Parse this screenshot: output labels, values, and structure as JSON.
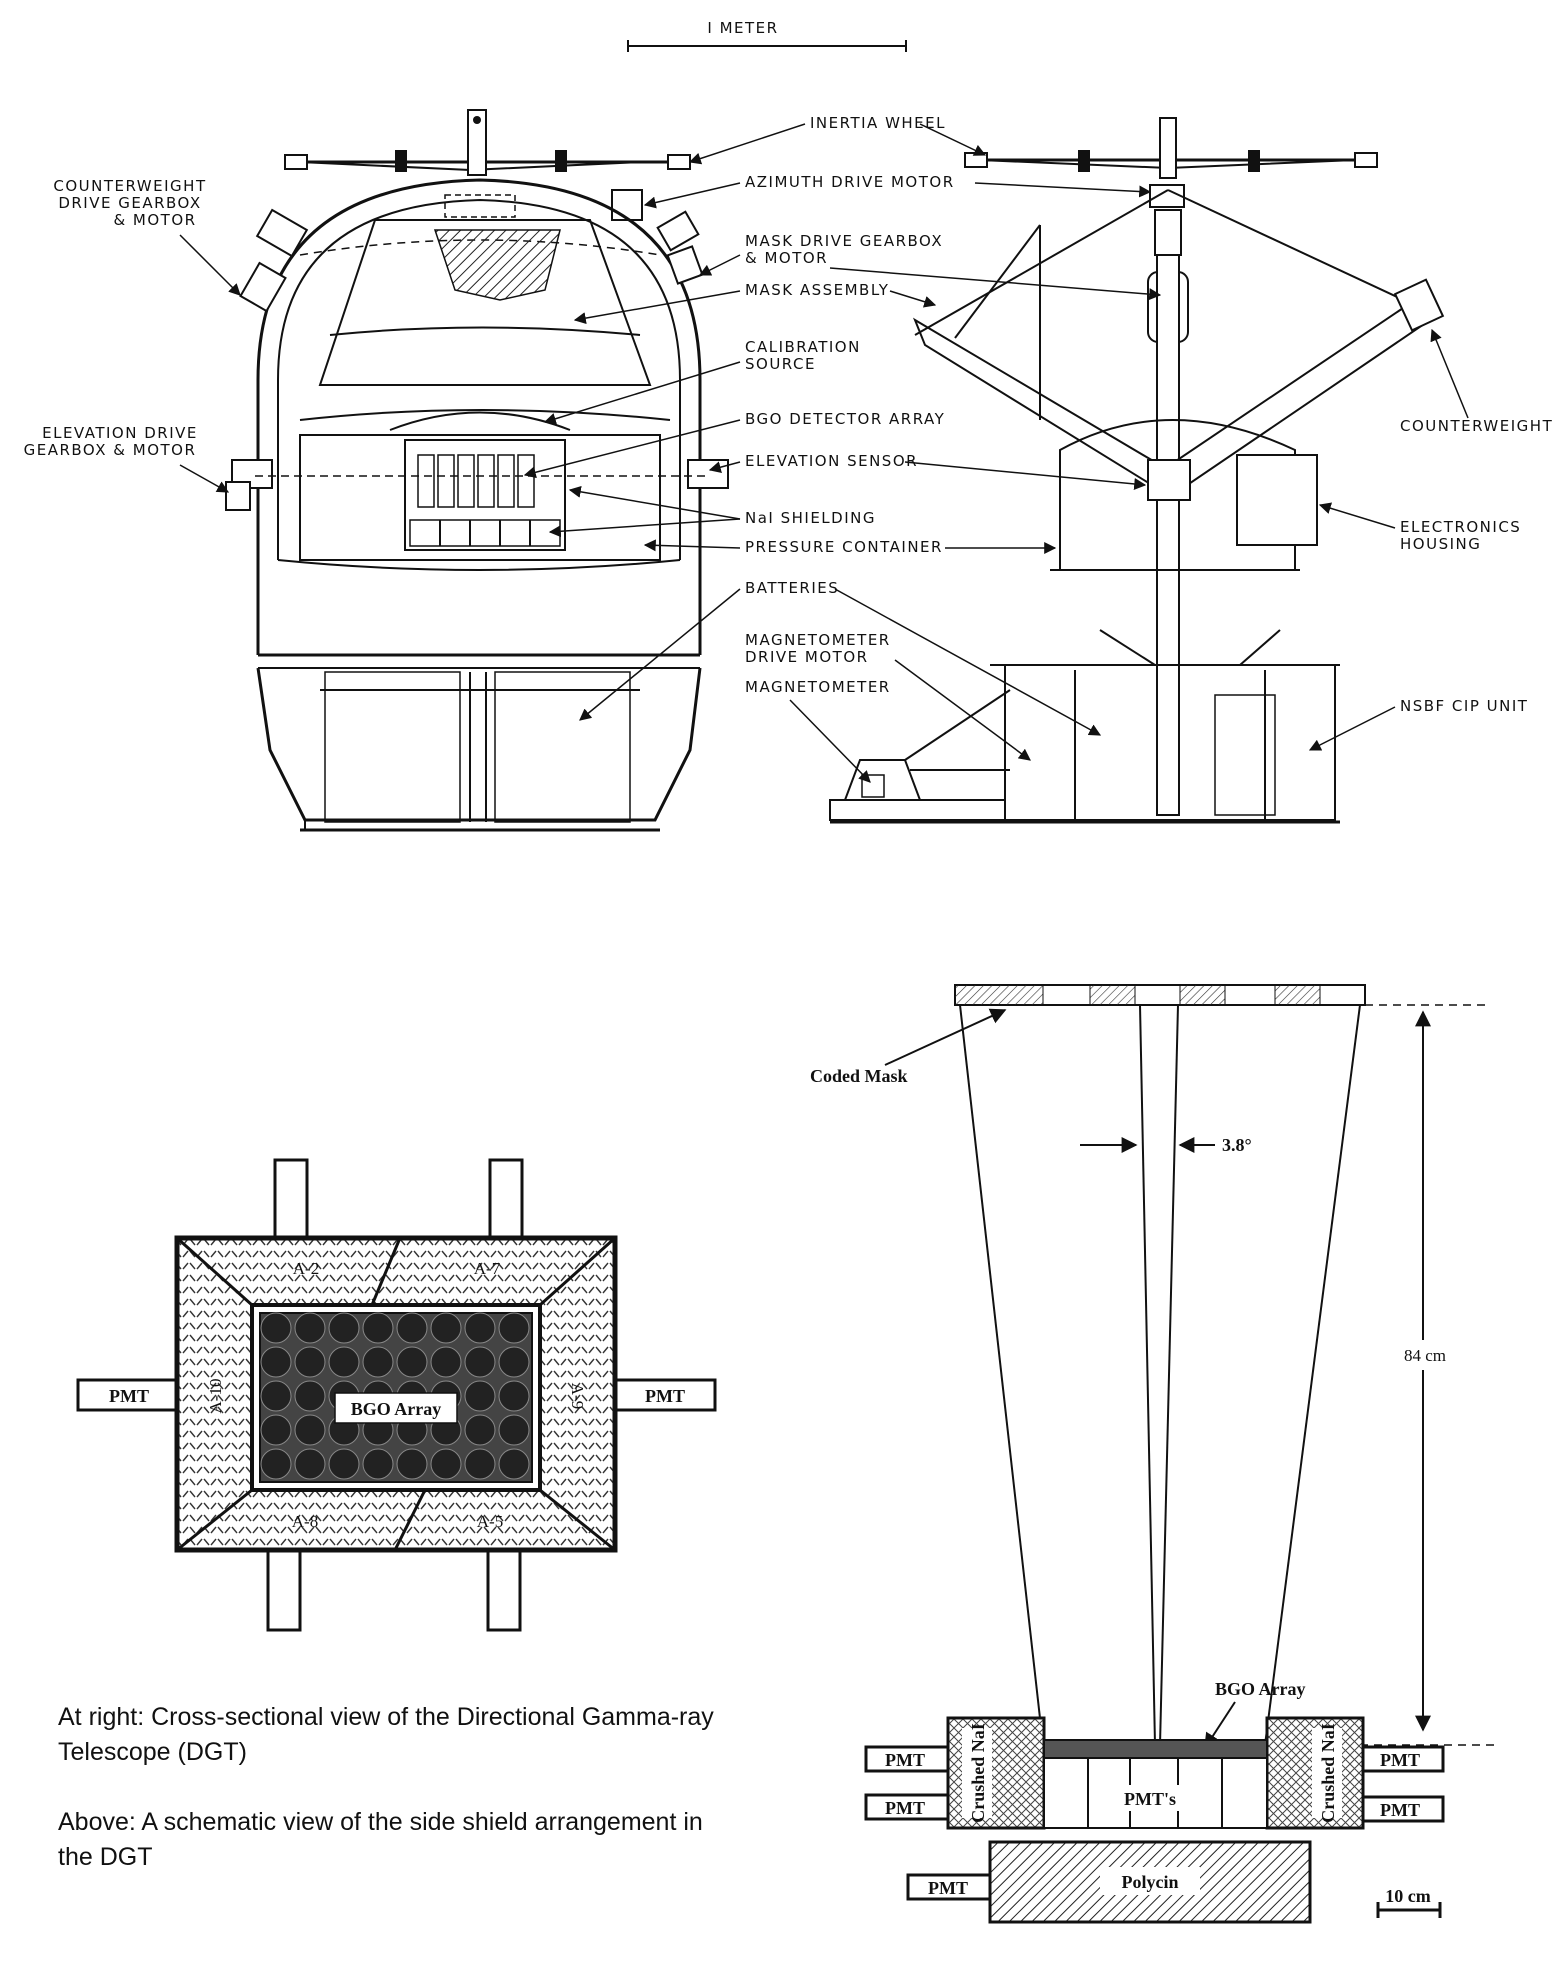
{
  "scale_bar": {
    "label": "I METER"
  },
  "telescope_labels": {
    "inertia_wheel": "INERTIA  WHEEL",
    "azimuth_drive_motor": "AZIMUTH  DRIVE  MOTOR",
    "counterweight_drive_1": "COUNTERWEIGHT",
    "counterweight_drive_2": "DRIVE  GEARBOX",
    "counterweight_drive_3": "& MOTOR",
    "mask_drive_1": "MASK  DRIVE  GEARBOX",
    "mask_drive_2": "& MOTOR",
    "mask_assembly": "MASK  ASSEMBLY",
    "calibration_1": "CALIBRATION",
    "calibration_2": "SOURCE",
    "bgo_detector_array": "BGO  DETECTOR  ARRAY",
    "elevation_drive_1": "ELEVATION  DRIVE",
    "elevation_drive_2": "GEARBOX  &  MOTOR",
    "elevation_sensor": "ELEVATION  SENSOR",
    "nai_shielding": "NaI  SHIELDING",
    "pressure_container": "PRESSURE  CONTAINER",
    "batteries": "BATTERIES",
    "magnetometer_drive_1": "MAGNETOMETER",
    "magnetometer_drive_2": "DRIVE  MOTOR",
    "magnetometer": "MAGNETOMETER",
    "counterweight": "COUNTERWEIGHT",
    "electronics_1": "ELECTRONICS",
    "electronics_2": "HOUSING",
    "nsbf_cip_unit": "NSBF  CIP  UNIT"
  },
  "shield_schematic": {
    "pmt_left": "PMT",
    "pmt_right": "PMT",
    "segments": [
      "A-2",
      "A-7",
      "A-10",
      "A-9",
      "A-8",
      "A-5"
    ],
    "center_label": "BGO Array"
  },
  "cross_section": {
    "coded_mask": "Coded Mask",
    "angle": "3.8°",
    "height": "84 cm",
    "bgo_array": "BGO Array",
    "crushed_nai_left": "Crushed NaI",
    "crushed_nai_right": "Crushed NaI",
    "pmts_center": "PMT's",
    "pmt_labels": [
      "PMT",
      "PMT",
      "PMT",
      "PMT",
      "PMT"
    ],
    "polycin": "Polycin",
    "scale": "10 cm"
  },
  "captions": {
    "line1": "At right: Cross-sectional view of the Directional Gamma-ray",
    "line2": "Telescope (DGT)",
    "line3": "Above: A schematic view of the side shield arrangement in",
    "line4": "the DGT"
  }
}
